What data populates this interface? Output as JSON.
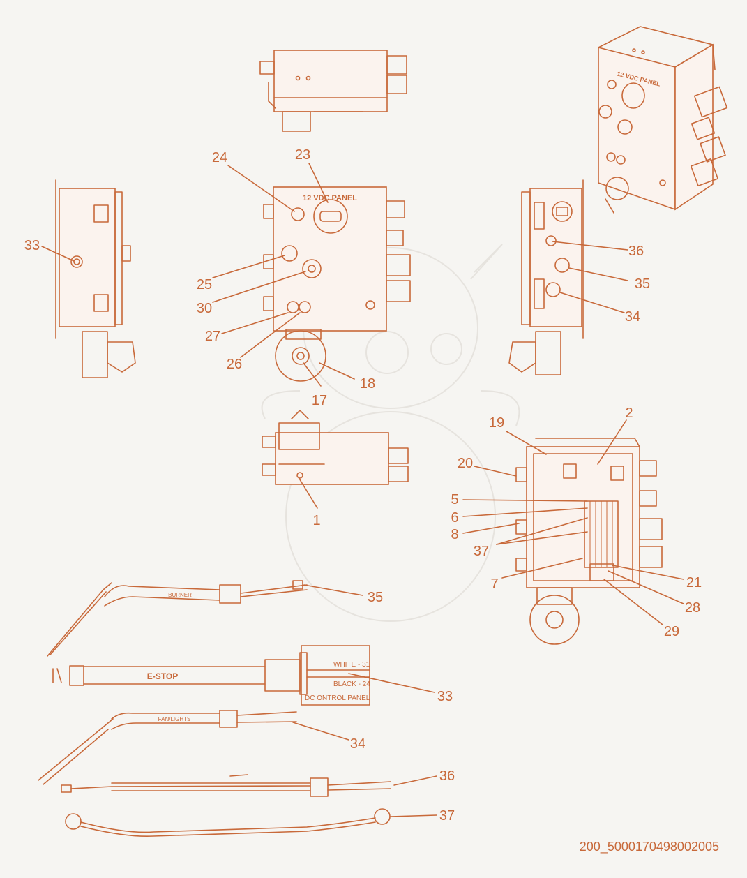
{
  "drawing_id": "200_5000170498002005",
  "panel_labels": {
    "panel_title": "12 VDC PANEL",
    "estop_cable": "E-STOP",
    "fan_cable": "FAN/LIGHTS",
    "burner_cable": "BURNER",
    "white_wire": "WHITE - 31",
    "black_wire": "BLACK - 24",
    "control_panel_box": "DC ONTROL PANEL"
  },
  "callouts": {
    "c1": "1",
    "c2": "2",
    "c5": "5",
    "c6": "6",
    "c7": "7",
    "c8": "8",
    "c17": "17",
    "c18": "18",
    "c19": "19",
    "c20": "20",
    "c21": "21",
    "c23": "23",
    "c24": "24",
    "c25": "25",
    "c26": "26",
    "c27": "27",
    "c28": "28",
    "c29": "29",
    "c30": "30",
    "c33a": "33",
    "c33b": "33",
    "c34a": "34",
    "c34b": "34",
    "c35a": "35",
    "c35b": "35",
    "c36a": "36",
    "c36b": "36",
    "c37a": "37",
    "c37b": "37"
  },
  "colors": {
    "line": "#c8693a",
    "background": "#f6f5f2",
    "watermark": "#e6e3de"
  }
}
